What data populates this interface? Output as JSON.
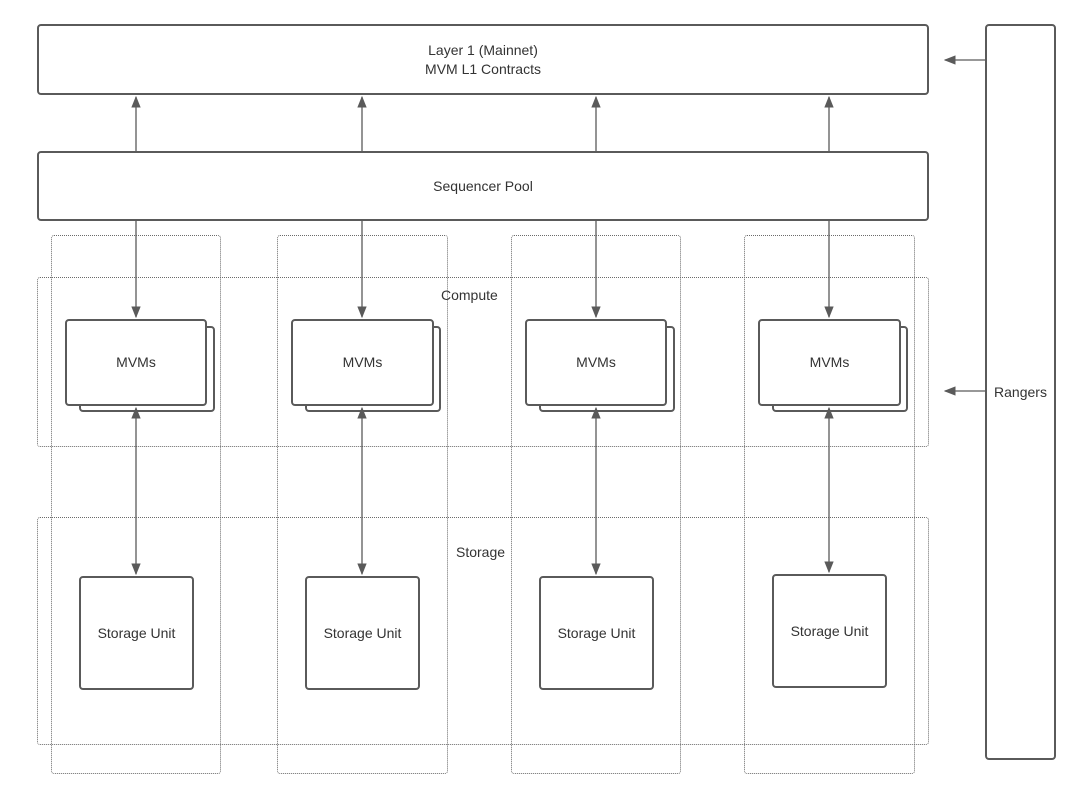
{
  "layer1": {
    "line1": "Layer 1 (Mainnet)",
    "line2": "MVM L1 Contracts"
  },
  "sequencer": {
    "label": "Sequencer Pool"
  },
  "groups": {
    "compute_label": "Compute",
    "storage_label": "Storage"
  },
  "rangers": {
    "label": "Rangers"
  },
  "columns": [
    {
      "mvm_label": "MVMs",
      "storage_label": "Storage Unit"
    },
    {
      "mvm_label": "MVMs",
      "storage_label": "Storage Unit"
    },
    {
      "mvm_label": "MVMs",
      "storage_label": "Storage Unit"
    },
    {
      "mvm_label": "MVMs",
      "storage_label": "Storage Unit"
    }
  ],
  "colors": {
    "stroke": "#5a5a5a",
    "text": "#333333",
    "background": "#ffffff"
  }
}
